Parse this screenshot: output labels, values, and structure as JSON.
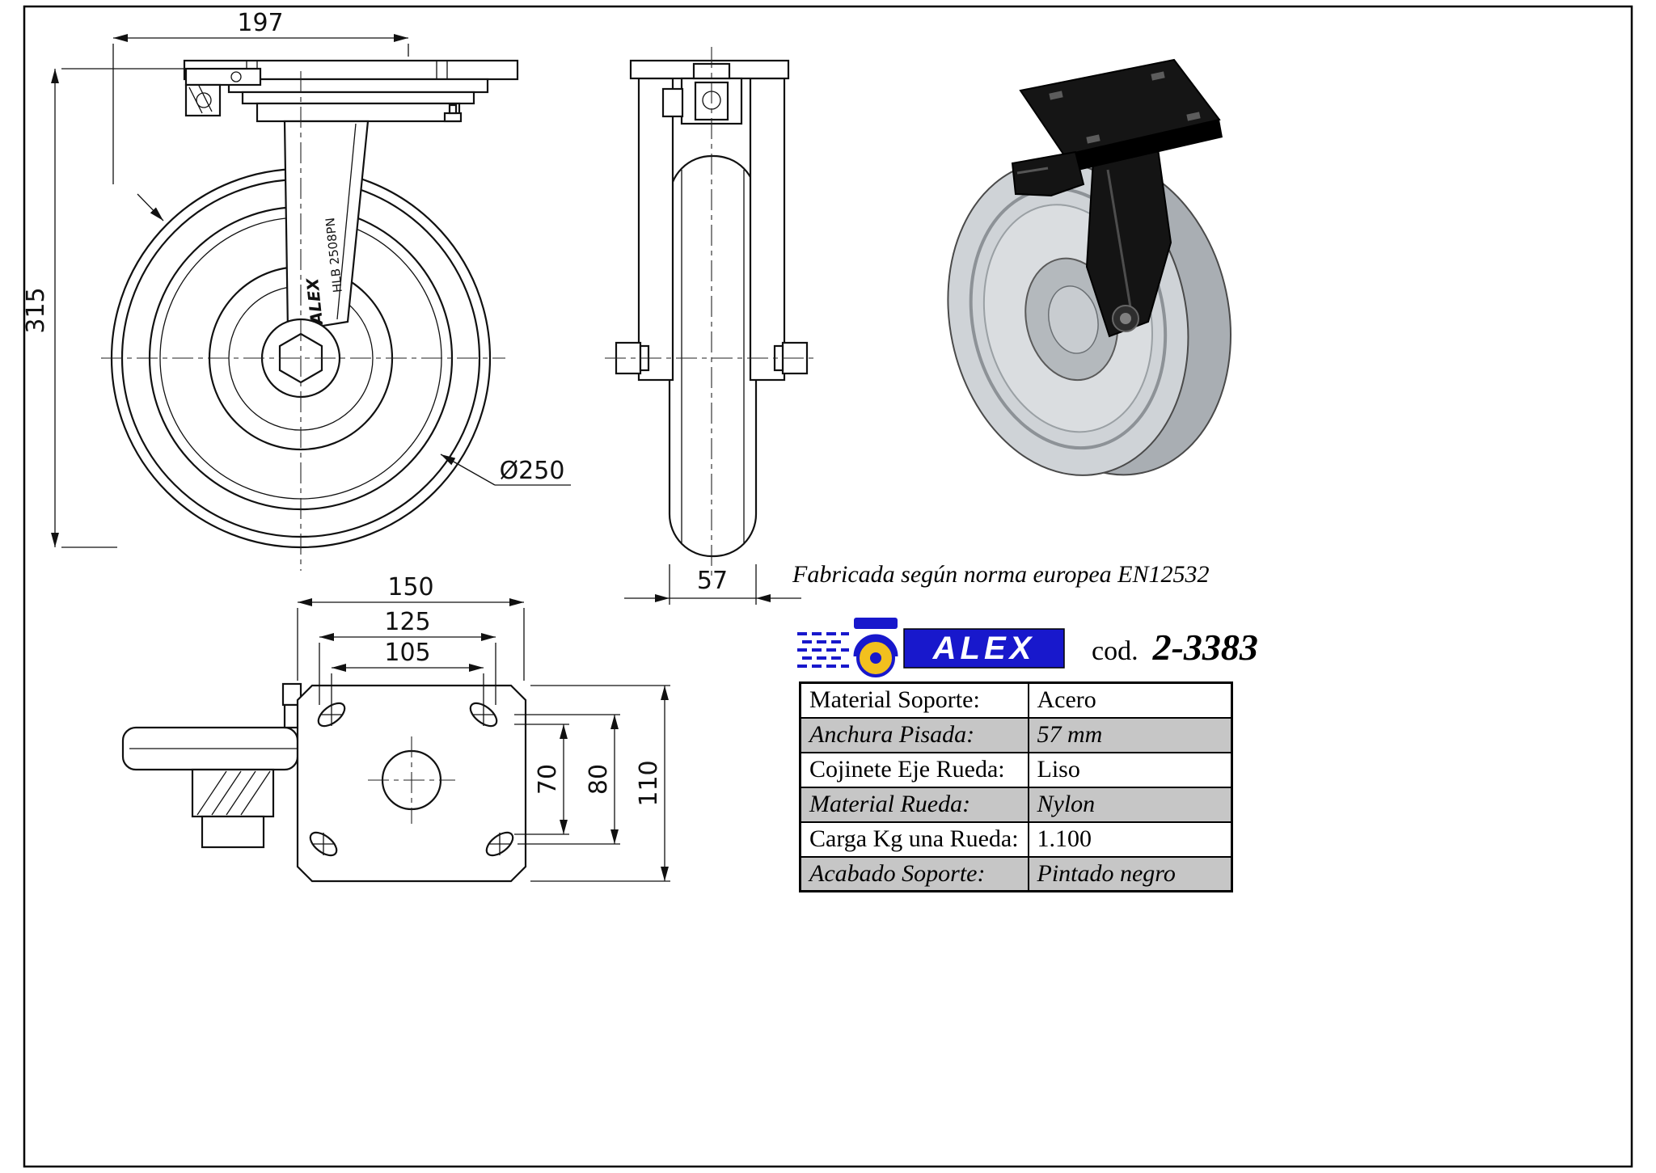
{
  "page": {
    "note": "Fabricada según norma europea EN12532",
    "code_label": "cod.",
    "code_value": "2-3383"
  },
  "logo": {
    "brand": "ALEX",
    "icon": "caster-wheel-icon",
    "blue": "#1818cc",
    "yellow": "#f2c01e"
  },
  "views": {
    "front": {
      "dim_overall_width": "197",
      "dim_overall_height": "315",
      "dim_wheel_diameter": "Ø250",
      "fork_marking_model": "HLB 2508PN",
      "fork_marking_brand": "ALEX"
    },
    "side": {
      "dim_tread_width": "57"
    },
    "plate": {
      "dim_plate_width": "150",
      "dim_bolt_span_outer": "125",
      "dim_bolt_span_inner": "105",
      "dim_bolt_span_v_inner": "70",
      "dim_bolt_span_v_outer": "80",
      "dim_plate_height": "110"
    }
  },
  "spec_table": {
    "rows": [
      {
        "label": "Material Soporte:",
        "value": "Acero"
      },
      {
        "label": "Anchura Pisada:",
        "value": "57 mm"
      },
      {
        "label": "Cojinete Eje Rueda:",
        "value": "Liso"
      },
      {
        "label": "Material Rueda:",
        "value": "Nylon"
      },
      {
        "label": "Carga Kg una Rueda:",
        "value": "1.100"
      },
      {
        "label": "Acabado Soporte:",
        "value": "Pintado negro"
      }
    ]
  },
  "colors": {
    "line": "#111111",
    "shaded_row": "#c6c6c6",
    "logo_blue": "#1818cc",
    "logo_yellow": "#f2c01e",
    "metal_light": "#cfd3d7",
    "metal_mid": "#a9aeb3",
    "black_part": "#141414"
  }
}
